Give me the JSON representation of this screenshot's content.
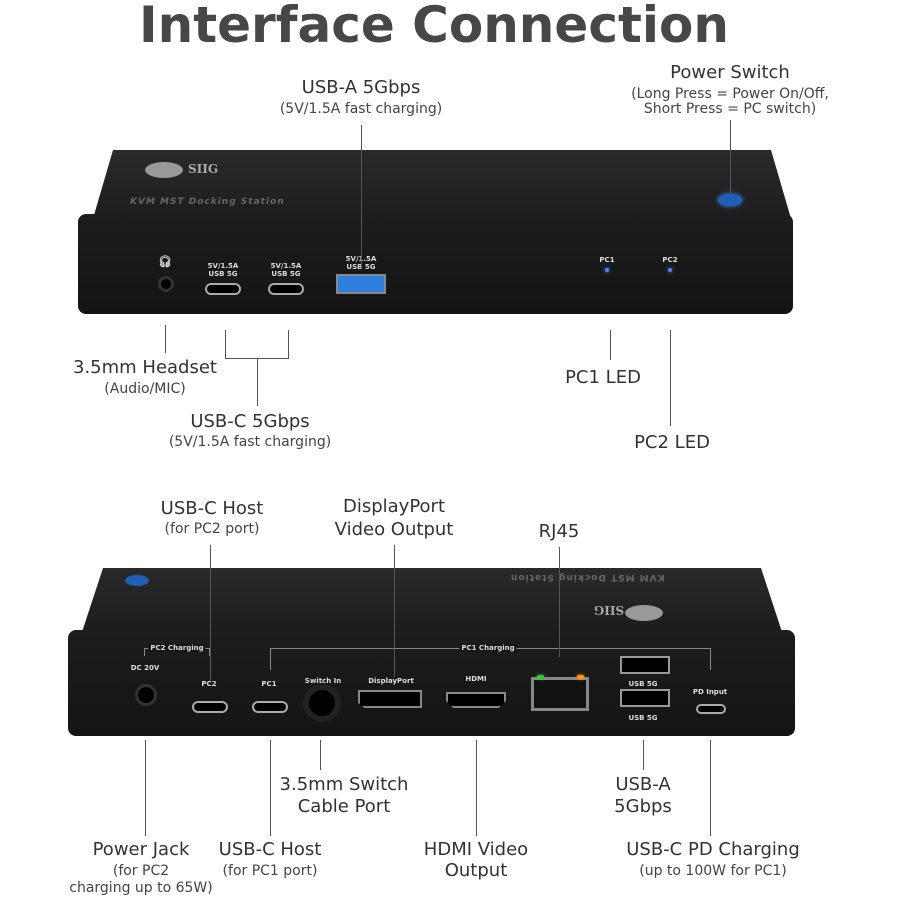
{
  "title": "Interface Connection",
  "top_device": {
    "brand": "SIIG",
    "model": "KVM MST Docking Station",
    "port_labels": {
      "usbc1": "5V/1.5A\nUSB 5G",
      "usbc2": "5V/1.5A\nUSB 5G",
      "usba": "5V/1.5A\nUSB 5G",
      "pc1": "PC1",
      "pc2": "PC2"
    }
  },
  "top_callouts": {
    "usba": {
      "title": "USB-A 5Gbps",
      "sub": "(5V/1.5A fast charging)"
    },
    "power": {
      "title": "Power Switch",
      "sub1": "(Long Press = Power On/Off,",
      "sub2": "Short Press = PC switch)"
    },
    "headset": {
      "title": "3.5mm Headset",
      "sub": "(Audio/MIC)"
    },
    "usbc": {
      "title": "USB-C 5Gbps",
      "sub": "(5V/1.5A fast charging)"
    },
    "pc1led": {
      "title": "PC1 LED"
    },
    "pc2led": {
      "title": "PC2 LED"
    }
  },
  "bottom_device": {
    "brand": "SIIG",
    "model": "KVM MST Docking Station",
    "port_labels": {
      "dc": "DC 20V",
      "pc2_charging": "PC2 Charging",
      "pc1_charging": "PC1 Charging",
      "pc2": "PC2",
      "pc1": "PC1",
      "switch_in": "Switch In",
      "displayport": "DisplayPort",
      "hdmi": "HDMI",
      "usb5g_1": "USB 5G",
      "usb5g_2": "USB 5G",
      "pd_input": "PD Input"
    }
  },
  "bottom_callouts": {
    "usbc_host_pc2": {
      "title": "USB-C Host",
      "sub": "(for PC2 port)"
    },
    "displayport": {
      "title1": "DisplayPort",
      "title2": "Video Output"
    },
    "rj45": {
      "title": "RJ45"
    },
    "switch": {
      "title1": "3.5mm Switch",
      "title2": "Cable Port"
    },
    "usba": {
      "title1": "USB-A",
      "title2": "5Gbps"
    },
    "power_jack": {
      "title": "Power Jack",
      "sub1": "(for PC2",
      "sub2": "charging up to 65W)"
    },
    "usbc_host_pc1": {
      "title": "USB-C Host",
      "sub": "(for PC1 port)"
    },
    "hdmi": {
      "title1": "HDMI Video",
      "title2": "Output"
    },
    "pd": {
      "title": "USB-C PD Charging",
      "sub": "(up to 100W for PC1)"
    }
  },
  "colors": {
    "device": "#1c1c1c",
    "usb_blue": "#2f7fe0",
    "led_blue": "#3a8cff",
    "text": "#333333"
  }
}
